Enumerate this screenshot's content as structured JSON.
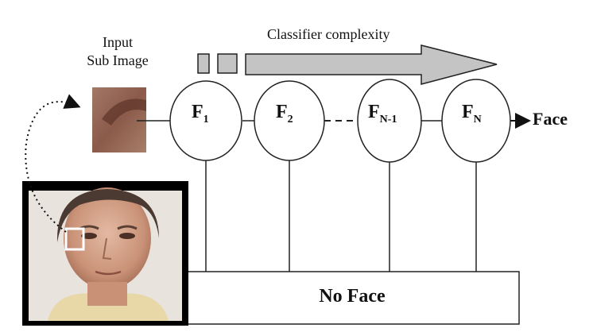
{
  "input_label": [
    "Input",
    "Sub Image"
  ],
  "complexity_label": "Classifier complexity",
  "stages": [
    {
      "name": "F",
      "sub": "1"
    },
    {
      "name": "F",
      "sub": "2"
    },
    {
      "name": "F",
      "sub": "N-1"
    },
    {
      "name": "F",
      "sub": "N"
    }
  ],
  "face_label": "Face",
  "no_face_label": "No Face",
  "colors": {
    "arrow_fill": "#c4c4c4",
    "stroke": "#222222",
    "photo_border": "#000000",
    "photo_bg": "#e8e3dd",
    "crop_box": "#ffffff"
  }
}
